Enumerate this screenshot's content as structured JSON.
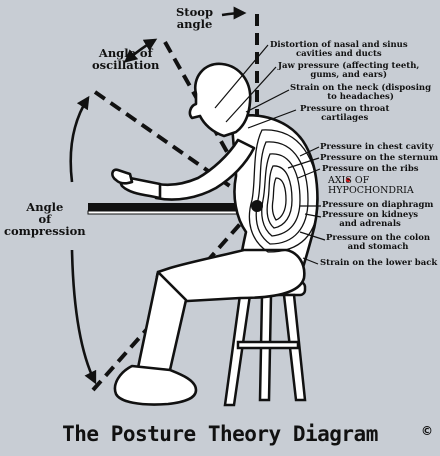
{
  "angles": {
    "stoop": "Stoop\nangle",
    "oscillation": "Angle of\noscillation",
    "compression": "Angle\nof\ncompression"
  },
  "labels": {
    "nasal": "Distortion of nasal and sinus\ncavities and ducts",
    "jaw": "Jaw pressure (affecting teeth,\ngums, and ears)",
    "neck": "Strain on the neck (disposing\nto headaches)",
    "throat": "Pressure on throat\ncartilages",
    "chest": "Pressure in chest cavity",
    "sternum": "Pressure on the sternum",
    "ribs": "Pressure on the ribs",
    "axis": "AXIS OF\nHYPOCHONDRIA",
    "diaphragm": "Pressure on diaphragm",
    "kidneys": "Pressure on kidneys\nand adrenals",
    "colon": "Pressure on the colon\nand stomach",
    "lower_back": "Strain on the lower back"
  },
  "title": "The Posture Theory Diagram",
  "copyright_symbol": "©",
  "colors": {
    "background": "#c8cdd4",
    "ink": "#111111",
    "figure": "#ffffff",
    "axis_dot": "#d11a1a"
  }
}
